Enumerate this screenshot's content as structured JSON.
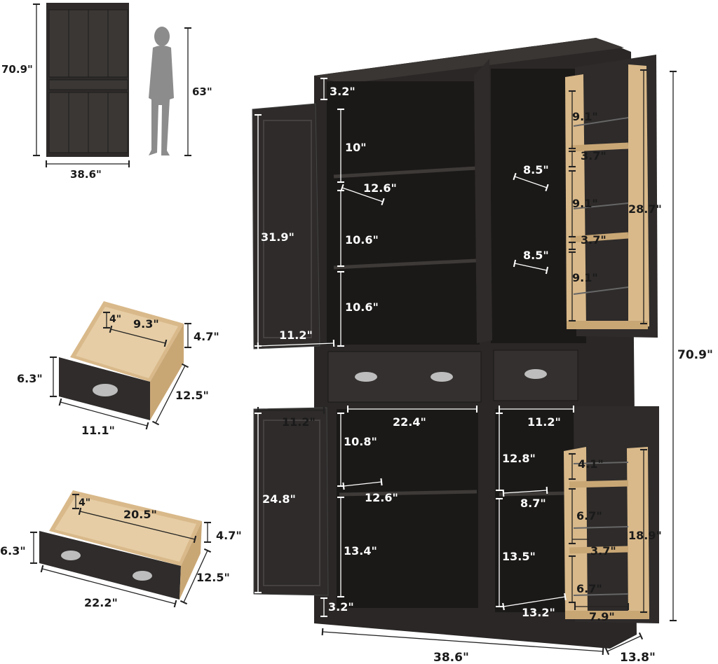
{
  "overview": {
    "height_label": "70.9\"",
    "width_label": "38.6\"",
    "person_height_label": "63\""
  },
  "small_drawer": {
    "inner_height": "4\"",
    "inner_width": "9.3\"",
    "outer_height": "4.7\"",
    "front_height": "6.3\"",
    "depth": "12.5\"",
    "front_width": "11.1\""
  },
  "large_drawer": {
    "inner_height": "4\"",
    "inner_width": "20.5\"",
    "outer_height": "4.7\"",
    "front_height": "6.3\"",
    "depth": "12.5\"",
    "front_width": "22.2\""
  },
  "cabinet": {
    "upper": {
      "top_gap": "3.2\"",
      "shelf_gap_1": "10\"",
      "shelf_depth": "12.6\"",
      "shelf_gap_2": "10.6\"",
      "shelf_gap_3": "10.6\"",
      "door_height": "31.9\"",
      "door_width": "11.2\"",
      "side_depth_1": "8.5\"",
      "side_depth_2": "8.5\"",
      "rack_gap_1": "9.1\"",
      "rack_depth_1": "3.7\"",
      "rack_gap_2": "9.1\"",
      "rack_height": "28.7\"",
      "rack_depth_2": "3.7\"",
      "rack_gap_3": "9.1\""
    },
    "lower": {
      "door_width_left": "11.2\"",
      "inner_width": "22.4\"",
      "door_width_right": "11.2\"",
      "shelf_gap_1": "10.8\"",
      "shelf_depth": "12.6\"",
      "door_height": "24.8\"",
      "shelf_gap_2": "13.4\"",
      "bottom_gap": "3.2\"",
      "side_gap_1": "12.8\"",
      "side_depth": "8.7\"",
      "side_gap_2": "13.5\"",
      "side_bottom_depth": "13.2\"",
      "rack_gap_1": "4.1\"",
      "rack_gap_2": "6.7\"",
      "rack_height": "18.9\"",
      "rack_depth": "3.7\"",
      "rack_gap_3": "6.7\"",
      "rack_width": "7.9\""
    },
    "total_height": "70.9\"",
    "total_width": "38.6\"",
    "total_depth": "13.8\""
  }
}
